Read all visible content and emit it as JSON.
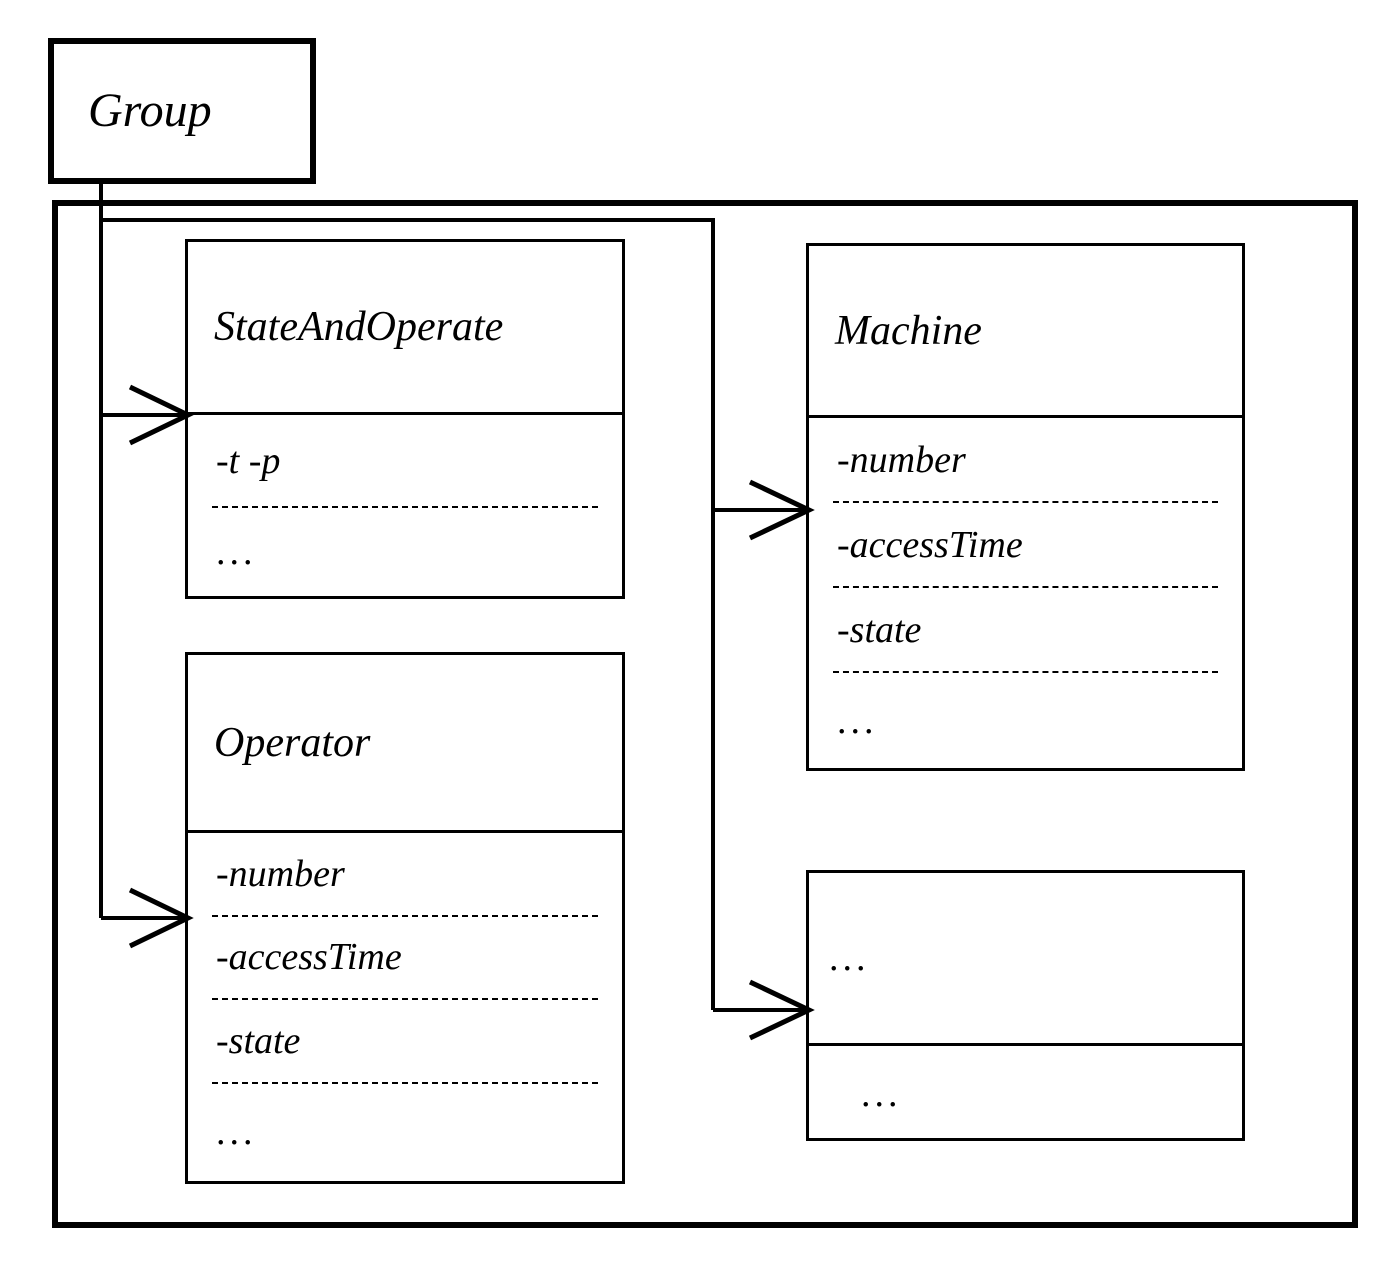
{
  "diagram": {
    "kind": "uml-class-diagram",
    "stroke_color": "#000000",
    "background_color": "#ffffff"
  },
  "group_box": {
    "title": "Group"
  },
  "container_box": {
    "label": ""
  },
  "classes": [
    {
      "id": "state-and-operate",
      "title": "StateAndOperate",
      "attributes": [
        "-t  -p",
        "..."
      ]
    },
    {
      "id": "operator",
      "title": "Operator",
      "attributes": [
        "-number",
        "-accessTime",
        "-state",
        "..."
      ]
    },
    {
      "id": "machine",
      "title": "Machine",
      "attributes": [
        "-number",
        "-accessTime",
        "-state",
        "..."
      ]
    },
    {
      "id": "anonymous",
      "title": "...",
      "attributes": [
        "..."
      ]
    }
  ],
  "connectors": [
    {
      "id": "group-to-state-and-operate",
      "from": "Group",
      "to": "StateAndOperate",
      "arrow": "open-arrow"
    },
    {
      "id": "group-to-operator",
      "from": "Group",
      "to": "Operator",
      "arrow": "open-arrow"
    },
    {
      "id": "state-and-operate-to-machine",
      "from": "StateAndOperate",
      "to": "Machine",
      "arrow": "open-arrow"
    },
    {
      "id": "state-and-operate-to-anonymous",
      "from": "StateAndOperate",
      "to": "...",
      "arrow": "open-arrow"
    }
  ]
}
